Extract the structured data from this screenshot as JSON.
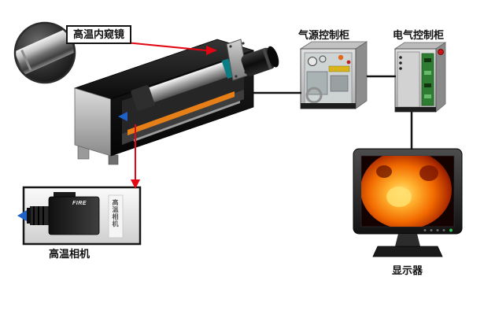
{
  "labels": {
    "endoscope": "高温内窥镜",
    "air_cabinet": "气源控制柜",
    "electric_cabinet": "电气控制柜",
    "camera": "高温相机",
    "monitor": "显示器"
  },
  "camera": {
    "body_text": "FIRE",
    "side_text": "高温相机"
  },
  "colors": {
    "connector_red": "#e30613",
    "connector_black": "#141414",
    "arrow_blue": "#1e62c8",
    "rail_orange": "#e67f17",
    "furnace_orange": "#ff7c00"
  }
}
